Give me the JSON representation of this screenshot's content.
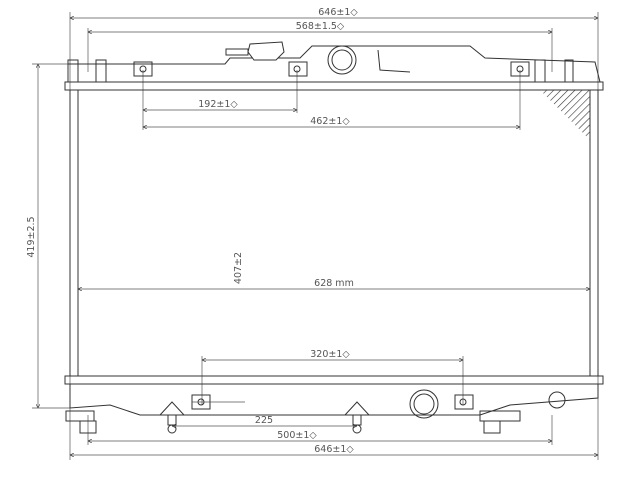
{
  "drawing": {
    "subject": "radiator",
    "dimensions": {
      "overall_width_top": "646±1◇",
      "mount_span_top": "568±1.5◇",
      "bracket_offset": "192±1◇",
      "bracket_span_top": "462±1◇",
      "overall_height": "419±2.5",
      "core_height": "407±2",
      "core_width": "628 mm",
      "bracket_span_bottom": "320±1◇",
      "pin_spacing": "225",
      "mount_span_bottom": "500±1◇",
      "overall_width_bottom": "646±1◇"
    }
  }
}
